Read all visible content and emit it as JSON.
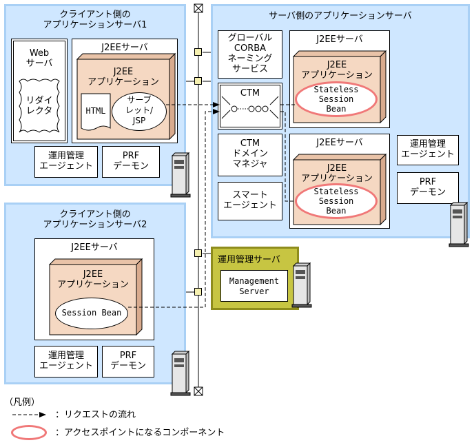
{
  "client1": {
    "title": "クライアント側の\nアプリケーションサーバ1",
    "web_server": "Web\nサーバ",
    "redirector": "リダイ\nレクタ",
    "j2ee_server": "J2EEサーバ",
    "j2ee_app": "J2EE\nアプリケーション",
    "html": "HTML",
    "servlet": "サーブ\nレット/\nJSP",
    "ops_agent": "運用管理\nエージェント",
    "prf_daemon": "PRF\nデーモン"
  },
  "client2": {
    "title": "クライアント側の\nアプリケーションサーバ2",
    "j2ee_server": "J2EEサーバ",
    "j2ee_app": "J2EE\nアプリケーション",
    "session_bean": "Session Bean",
    "ops_agent": "運用管理\nエージェント",
    "prf_daemon": "PRF\nデーモン"
  },
  "server": {
    "title": "サーバ側のアプリケーションサーバ",
    "global_corba": "グローバル\nCORBA\nネーミング\nサービス",
    "ctm": "CTM",
    "ctm_domain": "CTM\nドメイン\nマネジャ",
    "smart_agent": "スマート\nエージェント",
    "j2ee_server_1": "J2EEサーバ",
    "j2ee_app_1": "J2EE\nアプリケーション",
    "bean_1": "Stateless\nSession\nBean",
    "j2ee_server_2": "J2EEサーバ",
    "j2ee_app_2": "J2EE\nアプリケーション",
    "bean_2": "Stateless\nSession\nBean",
    "ops_agent": "運用管理\nエージェント",
    "prf_daemon": "PRF\nデーモン"
  },
  "mgmt": {
    "title": "運用管理サーバ",
    "management_server": "Management\nServer"
  },
  "legend": {
    "title": "（凡例）",
    "request_flow": "：リクエストの流れ",
    "access_point": "：アクセスポイントになるコンポーネント"
  },
  "colors": {
    "zone_fill": "#cfe7ff",
    "zone_border": "#a9d0f5",
    "app_fill": "#f5d8c2",
    "mgmt_fill": "#c7c542",
    "access_ring": "#f07878",
    "port_fill": "#f5f0b0"
  }
}
